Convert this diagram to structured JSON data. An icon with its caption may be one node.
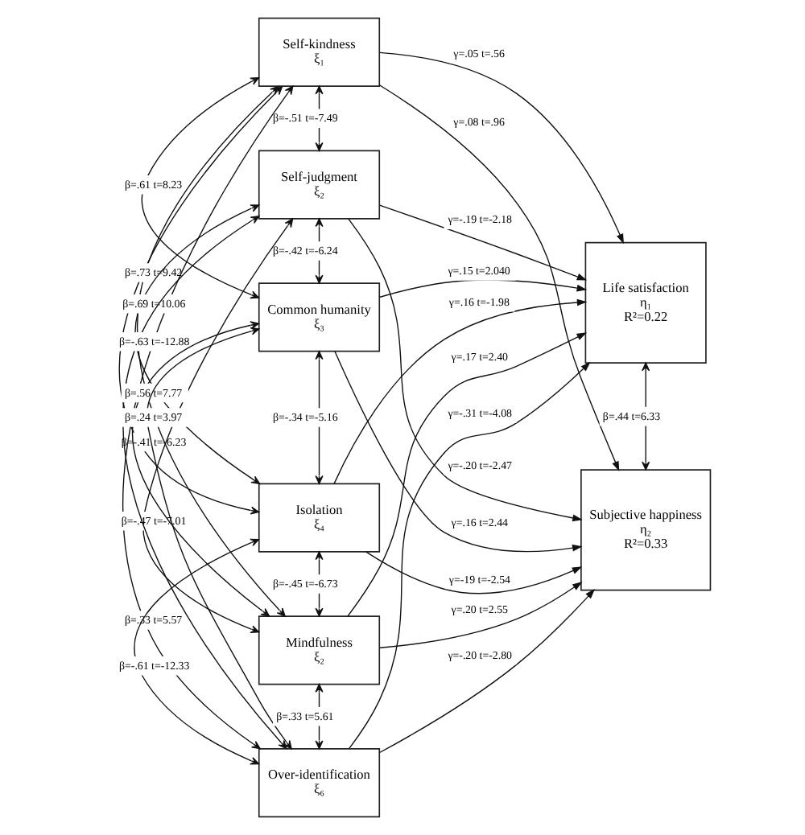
{
  "diagram": {
    "nodes": [
      {
        "text": [
          "Self-kindness",
          "ξ₁"
        ]
      },
      {
        "text": [
          "Self-judgment",
          "ξ₂"
        ]
      },
      {
        "text": [
          "Common humanity",
          "ξ₃"
        ]
      },
      {
        "text": [
          "Isolation",
          "ξ₄"
        ]
      },
      {
        "text": [
          "Mindfulness",
          "ξ₂"
        ]
      },
      {
        "text": [
          "Over-identification",
          "ξ₆"
        ]
      },
      {
        "text": [
          "Life satisfaction",
          "η₁",
          "R²=0.22"
        ]
      },
      {
        "text": [
          "Subjective happiness",
          "η₂",
          "R²=0.33"
        ]
      }
    ],
    "edges": [
      {
        "from": 0,
        "to": 1,
        "arrow": "both",
        "label": "β=-.51 t=-7.49"
      },
      {
        "from": 0,
        "to": 2,
        "arrow": "both",
        "label": "β=.61 t=8.23"
      },
      {
        "from": 0,
        "to": 3,
        "arrow": "both",
        "label": "β=-.41 t=-6.23"
      },
      {
        "from": 0,
        "to": 4,
        "arrow": "both",
        "label": "β=.73 t=9.42"
      },
      {
        "from": 0,
        "to": 5,
        "arrow": "both",
        "label": "β=.33 t=5.57"
      },
      {
        "from": 1,
        "to": 2,
        "arrow": "both",
        "label": "β=-.42 t=-6.24"
      },
      {
        "from": 1,
        "to": 3,
        "arrow": "both",
        "label": "β=.69 t=10.06"
      },
      {
        "from": 1,
        "to": 4,
        "arrow": "both",
        "label": "β=-.47 t=-7.01"
      },
      {
        "from": 1,
        "to": 5,
        "arrow": "both",
        "label": "β=-.63 t=-12.88"
      },
      {
        "from": 2,
        "to": 3,
        "arrow": "both",
        "label": "β=-.34 t=-5.16"
      },
      {
        "from": 2,
        "to": 4,
        "arrow": "both",
        "label": "β=.56 t=7.77"
      },
      {
        "from": 2,
        "to": 5,
        "arrow": "both",
        "label": "β=.24 t=3.97"
      },
      {
        "from": 3,
        "to": 4,
        "arrow": "both",
        "label": "β=-.45 t=-6.73"
      },
      {
        "from": 3,
        "to": 5,
        "arrow": "both",
        "label": "β=-.61 t=-12.33"
      },
      {
        "from": 4,
        "to": 5,
        "arrow": "both",
        "label": "β=.33 t=5.61"
      },
      {
        "from": 0,
        "to": 6,
        "arrow": "to",
        "label": "γ=.05 t=.56"
      },
      {
        "from": 0,
        "to": 7,
        "arrow": "to",
        "label": "γ=.08 t=.96"
      },
      {
        "from": 1,
        "to": 6,
        "arrow": "to",
        "label": "γ=-.19 t=-2.18"
      },
      {
        "from": 1,
        "to": 7,
        "arrow": "to",
        "label": "γ=-.20 t=-2.47"
      },
      {
        "from": 2,
        "to": 6,
        "arrow": "to",
        "label": "γ=.15 t=2.040"
      },
      {
        "from": 2,
        "to": 7,
        "arrow": "to",
        "label": "γ=.16 t=2.44"
      },
      {
        "from": 3,
        "to": 6,
        "arrow": "to",
        "label": "γ=.16 t=-1.98"
      },
      {
        "from": 3,
        "to": 7,
        "arrow": "to",
        "label": "γ=-19 t=-2.54"
      },
      {
        "from": 4,
        "to": 6,
        "arrow": "to",
        "label": "γ=.17 t=2.40"
      },
      {
        "from": 4,
        "to": 7,
        "arrow": "to",
        "label": "γ=.20 t=2.55"
      },
      {
        "from": 5,
        "to": 6,
        "arrow": "to",
        "label": "γ=-.31 t=-4.08"
      },
      {
        "from": 5,
        "to": 7,
        "arrow": "to",
        "label": "γ=-.20 t=-2.80"
      },
      {
        "from": 6,
        "to": 7,
        "arrow": "both",
        "label": "β=.44 t=6.33"
      }
    ]
  }
}
